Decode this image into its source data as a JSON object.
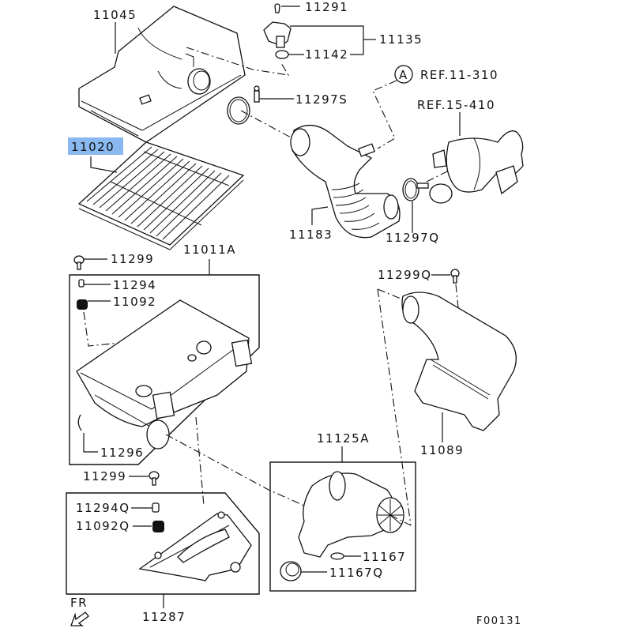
{
  "diagram": {
    "title": "Air cleaner assembly parts diagram",
    "figure_code": "F00131",
    "highlight_color": "#8ab8f0",
    "orientation": {
      "label": "FR",
      "icon": "front-direction-arrow-icon"
    },
    "labels": {
      "p11045": "11045",
      "p11020": "11020",
      "p11291": "11291",
      "p11135": "11135",
      "p11142": "11142",
      "p11297s": "11297S",
      "refA_circle": "A",
      "ref_11_310": "REF.11-310",
      "ref_15_410": "REF.15-410",
      "p11183": "11183",
      "p11297q": "11297Q",
      "p11299_top": "11299",
      "p11011a": "11011A",
      "p11294": "11294",
      "p11092": "11092",
      "p11296": "11296",
      "p11299q": "11299Q",
      "p11089": "11089",
      "p11299_mid": "11299",
      "p11294q": "11294Q",
      "p11092q": "11092Q",
      "p11287": "11287",
      "p11125a": "11125A",
      "p11167": "11167",
      "p11167q": "11167Q"
    },
    "selected_part": "11020"
  }
}
